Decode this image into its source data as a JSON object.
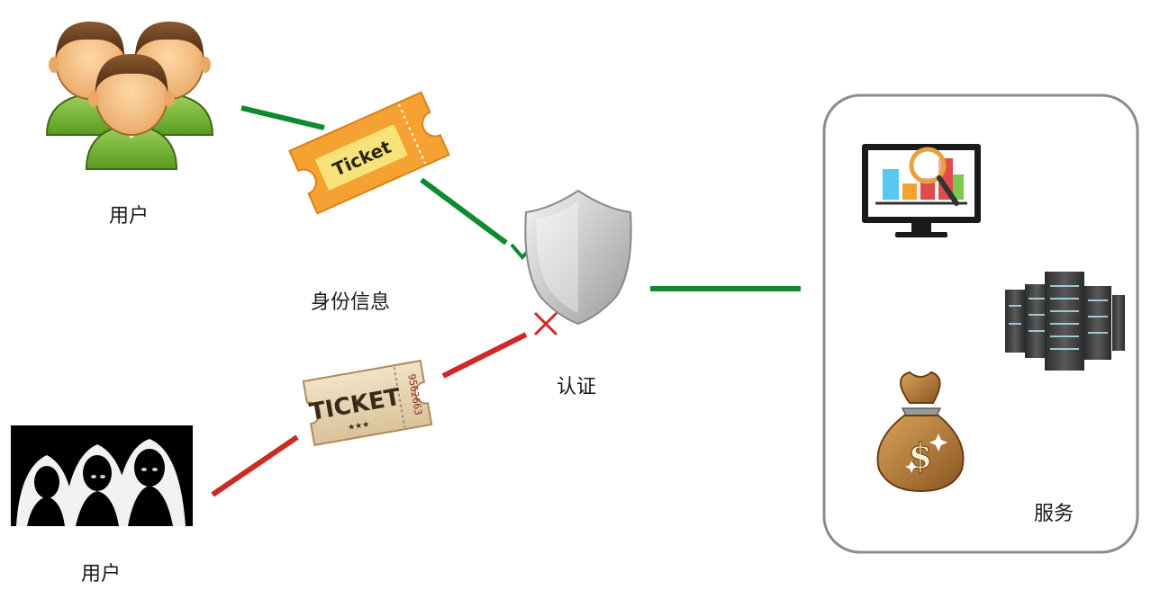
{
  "users_label": "用户",
  "credential_label": "身份信息",
  "auth_label": "认证",
  "attackers_label": "用户",
  "services_label": "服务",
  "ticket_valid_text": "Ticket",
  "ticket_fake_text": "TICKET",
  "ticket_fake_serial": "9562663",
  "ticket_fake_stars": "★★★",
  "colors": {
    "valid_line": "#0f8a2e",
    "invalid_line": "#cc2a22",
    "ticket_orange": "#f5a233",
    "ticket_yellow": "#f7e37a",
    "shield": "#c9c9c9",
    "panel_border": "#8c8c8c"
  },
  "icons": [
    "users-icon",
    "ticket-icon",
    "shield-icon",
    "attackers-icon",
    "monitor-chart-icon",
    "server-rack-icon",
    "money-bag-icon",
    "check-icon",
    "cross-icon"
  ]
}
